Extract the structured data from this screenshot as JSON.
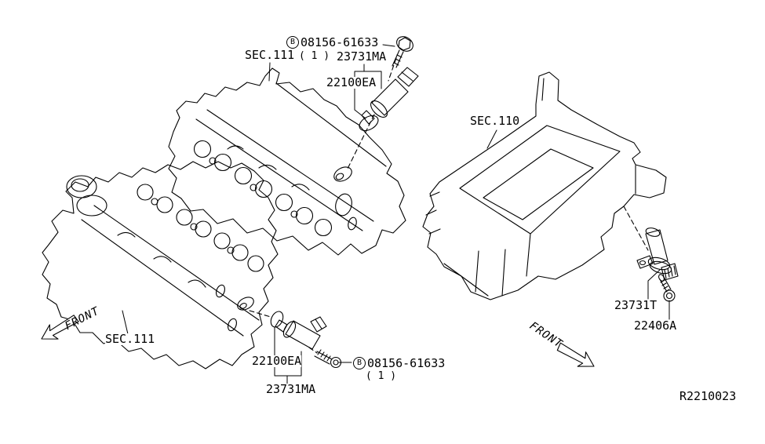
{
  "diagram": {
    "ref_code": "R2210023",
    "front_left": "FRONT",
    "front_right": "FRONT",
    "sections": {
      "sec111_top": "SEC.111",
      "sec111_bottom": "SEC.111",
      "sec110": "SEC.110"
    },
    "callouts": {
      "bolt_top": {
        "symbol": "B",
        "number": "08156-61633",
        "qty": "( 1 )"
      },
      "bolt_bottom": {
        "symbol": "B",
        "number": "08156-61633",
        "qty": "( 1 )"
      },
      "cam_sensor_top": "23731MA",
      "cam_sensor_bottom": "23731MA",
      "oring_top": "22100EA",
      "oring_bottom": "22100EA",
      "crank_sensor": "23731T",
      "crank_sensor_screw": "22406A"
    },
    "colors": {
      "line": "#000000",
      "background": "#ffffff"
    }
  }
}
